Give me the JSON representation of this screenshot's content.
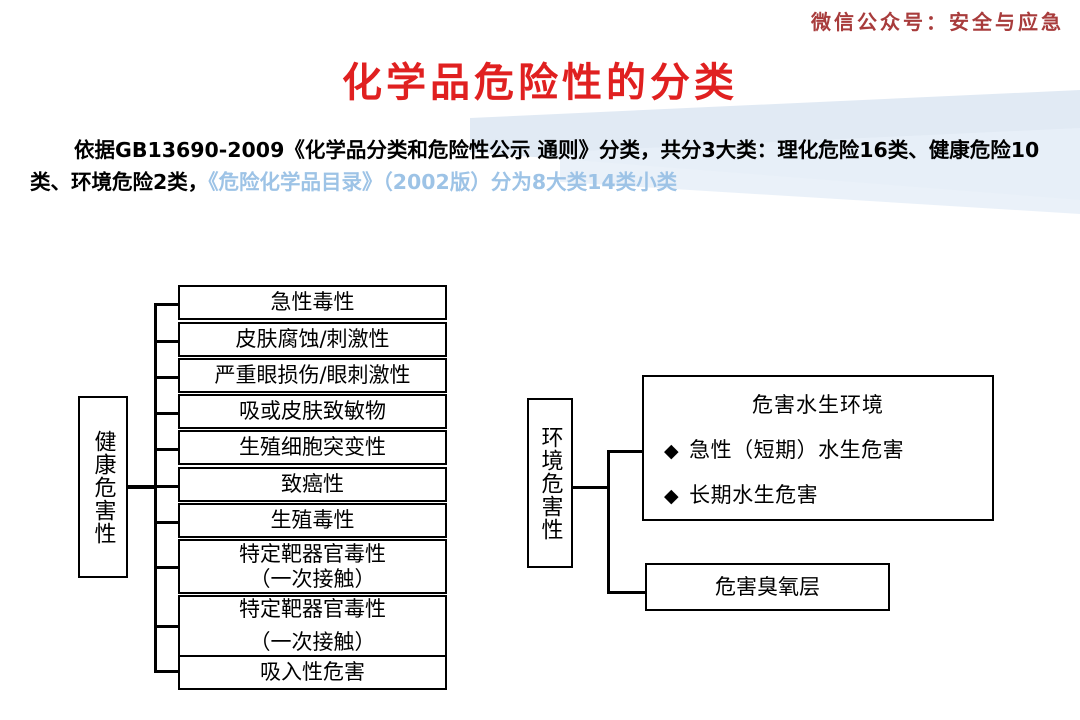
{
  "watermark": "微信公众号：安全与应急",
  "title": "化学品危险性的分类",
  "lead": {
    "black": "依据GB13690-2009《化学品分类和危险性公示 通则》分类，共分3大类：理化危险16类、健康危险10类、环境危险2类，",
    "blue": "《危险化学品目录》（2002版）分为8大类14类小类"
  },
  "health_branch": {
    "label": "健康危害性",
    "items": [
      {
        "line1": "急性毒性",
        "line2": ""
      },
      {
        "line1": "皮肤腐蚀/刺激性",
        "line2": ""
      },
      {
        "line1": "严重眼损伤/眼刺激性",
        "line2": ""
      },
      {
        "line1": "吸或皮肤致敏物",
        "line2": ""
      },
      {
        "line1": "生殖细胞突变性",
        "line2": ""
      },
      {
        "line1": "致癌性",
        "line2": ""
      },
      {
        "line1": "生殖毒性",
        "line2": ""
      },
      {
        "line1": "特定靶器官毒性",
        "line2": "（一次接触）"
      },
      {
        "line1": "特定靶器官毒性",
        "line2": "（一次接触）"
      },
      {
        "line1": "吸入性危害",
        "line2": ""
      }
    ]
  },
  "env_branch": {
    "label": "环境危害性",
    "aquatic": {
      "title": "危害水生环境",
      "bullet": "◆",
      "items": [
        "急性（短期）水生危害",
        "长期水生危害"
      ]
    },
    "ozone": "危害臭氧层"
  },
  "colors": {
    "title_red": "#e02020",
    "watermark_red": "#a83c3c",
    "lead_blue": "#9dc3e6",
    "stroke": "#000000",
    "band_blue": "#dce6f2"
  }
}
